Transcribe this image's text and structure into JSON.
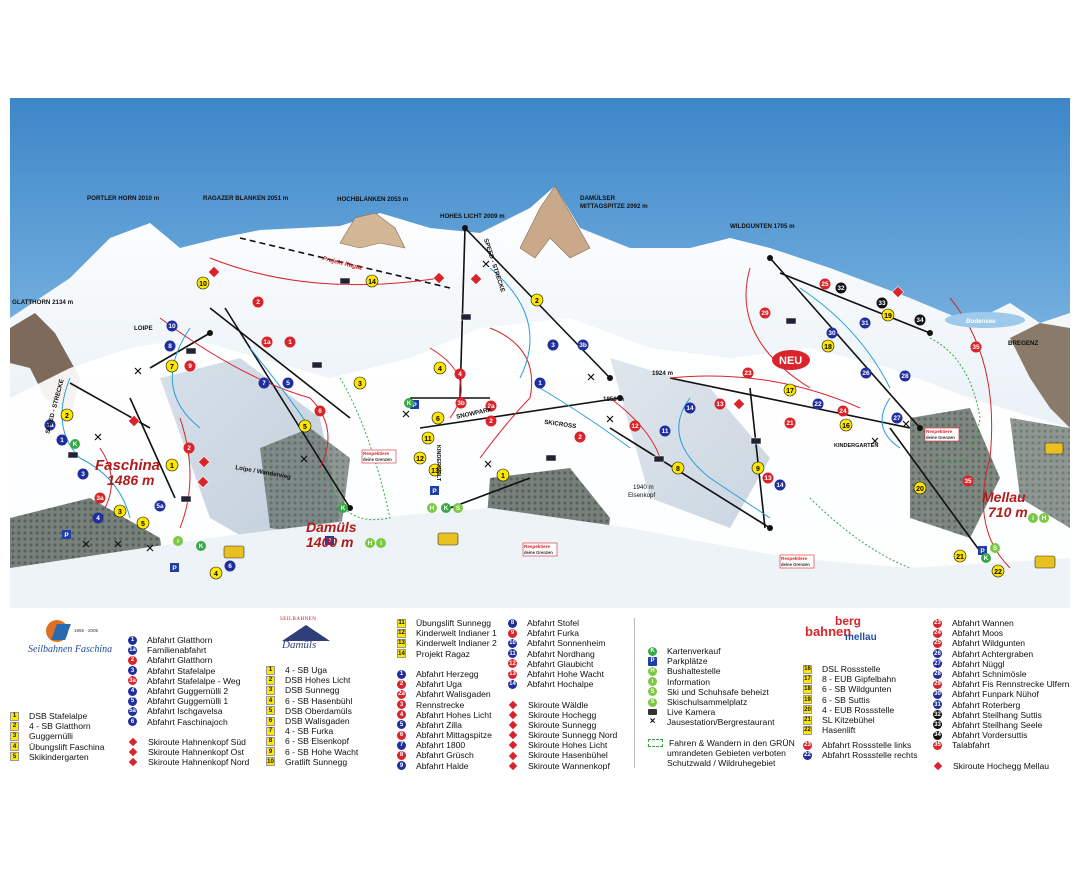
{
  "peaks": [
    {
      "id": "portler",
      "label": "PORTLER HORN 2010 m"
    },
    {
      "id": "ragazer",
      "label": "RAGAZER BLANKEN 2051 m"
    },
    {
      "id": "hochblanken",
      "label": "HOCHBLANKEN 2053 m"
    },
    {
      "id": "hohes-licht",
      "label": "HOHES LICHT 2009 m"
    },
    {
      "id": "damuelser-1",
      "label": "DAMÜLSER"
    },
    {
      "id": "damuelser-2",
      "label": "MITTAGSPITZE 2092 m"
    },
    {
      "id": "wildgunten",
      "label": "WILDGUNTEN 1705 m"
    },
    {
      "id": "glatthorn",
      "label": "GLATTHORN 2134 m"
    }
  ],
  "towns": [
    {
      "id": "faschina",
      "line1": "Faschina",
      "line2": "1486 m"
    },
    {
      "id": "damuels",
      "line1": "Damüls",
      "line2": "1400 m"
    },
    {
      "id": "mellau",
      "line1": "Mellau",
      "line2": "710 m"
    }
  ],
  "map_labels": {
    "neu": "NEU",
    "projekt": "Projekt Ragaz",
    "loipe": "LOIPE",
    "loipe2": "Loipe / Wanderweg",
    "snowpark": "SNOWPARK",
    "skicross": "SKICROSS",
    "speed": "SPEED - STRECKE",
    "speed2": "SPEED - STRECKE",
    "kinderwelt": "KINDERWELT",
    "kindergarten": "KINDERGARTEN",
    "alt1850": "1850 m",
    "alt1924": "1924 m",
    "alt1940": "1940 m",
    "elsenkopf": "Elsenkopf",
    "bodensee": "Bodensee",
    "bregenz": "BREGENZ",
    "respekt": "Respektiere",
    "respekt2": "deine Grenzen"
  },
  "brands": {
    "faschina": "Seilbahnen Faschina",
    "faschina_small": "1955 · 2005",
    "damuels_top": "SEILBAHNEN",
    "damuels": "Damüls",
    "mellau_1": "berg",
    "mellau_2": "bahnen",
    "mellau_3": "mellau"
  },
  "legend_faschina": {
    "runs": [
      {
        "m": "1",
        "c": "blue",
        "t": "Abfahrt Glatthorn"
      },
      {
        "m": "1a",
        "c": "blue",
        "t": "Familienabfahrt"
      },
      {
        "m": "2",
        "c": "red",
        "t": "Abfahrt Glatthorn"
      },
      {
        "m": "3",
        "c": "blue",
        "t": "Abfahrt Stafelalpe"
      },
      {
        "m": "3a",
        "c": "red",
        "t": "Abfahrt Stafelalpe - Weg"
      },
      {
        "m": "4",
        "c": "blue",
        "t": "Abfahrt Guggernülli 2"
      },
      {
        "m": "5",
        "c": "blue",
        "t": "Abfahrt Guggernülli 1"
      },
      {
        "m": "5a",
        "c": "blue",
        "t": "Abfahrt Ischgavelsa"
      },
      {
        "m": "6",
        "c": "blue",
        "t": "Abfahrt Faschinajoch"
      }
    ],
    "lifts": [
      {
        "m": "1",
        "t": "DSB Stafelalpe"
      },
      {
        "m": "2",
        "t": "4 - SB Glatthorn"
      },
      {
        "m": "3",
        "t": "Guggernülli"
      },
      {
        "m": "4",
        "t": "Übungslift Faschina"
      },
      {
        "m": "5",
        "t": "Skikindergarten"
      }
    ],
    "routes": [
      {
        "t": "Skiroute Hahnenkopf Süd"
      },
      {
        "t": "Skiroute Hahnenkopf Ost"
      },
      {
        "t": "Skiroute Hahnenkopf Nord"
      }
    ]
  },
  "legend_damuels_lifts": [
    {
      "m": "1",
      "t": "4 - SB Uga"
    },
    {
      "m": "2",
      "t": "DSB Hohes Licht"
    },
    {
      "m": "3",
      "t": "DSB Sunnegg"
    },
    {
      "m": "4",
      "t": "6 - SB Hasenbühl"
    },
    {
      "m": "5",
      "t": "DSB Oberdamüls"
    },
    {
      "m": "6",
      "t": "DSB Walisgaden"
    },
    {
      "m": "7",
      "t": "4 - SB Furka"
    },
    {
      "m": "8",
      "t": "6 - SB Elsenkopf"
    },
    {
      "m": "9",
      "t": "6 - SB Hohe Wacht"
    },
    {
      "m": "10",
      "t": "Gratlift Sunnegg"
    }
  ],
  "legend_damuels_lifts2": [
    {
      "m": "11",
      "t": "Übungslift Sunnegg"
    },
    {
      "m": "12",
      "t": "Kinderwelt Indianer 1"
    },
    {
      "m": "13",
      "t": "Kinderwelt Indianer 2"
    },
    {
      "m": "14",
      "t": "Projekt Ragaz"
    }
  ],
  "legend_damuels_runs": [
    {
      "m": "1",
      "c": "blue",
      "t": "Abfahrt Herzegg"
    },
    {
      "m": "2",
      "c": "red",
      "t": "Abfahrt Uga"
    },
    {
      "m": "2a",
      "c": "red",
      "t": "Abfahrt Walisgaden"
    },
    {
      "m": "3",
      "c": "red",
      "t": "Rennstrecke"
    },
    {
      "m": "4",
      "c": "red",
      "t": "Abfahrt Hohes Licht"
    },
    {
      "m": "5",
      "c": "blue",
      "t": "Abfahrt Zilla"
    },
    {
      "m": "6",
      "c": "red",
      "t": "Abfahrt Mittagspitze"
    },
    {
      "m": "7",
      "c": "blue",
      "t": "Abfahrt 1800"
    },
    {
      "m": "8",
      "c": "red",
      "t": "Abfahrt Grüsch"
    },
    {
      "m": "9",
      "c": "blue",
      "t": "Abfahrt Halde"
    }
  ],
  "legend_damuels_runs2": [
    {
      "m": "8",
      "c": "blue",
      "t": "Abfahrt Stofel"
    },
    {
      "m": "9",
      "c": "red",
      "t": "Abfahrt Furka"
    },
    {
      "m": "10",
      "c": "blue",
      "t": "Abfahrt Sonnenheim"
    },
    {
      "m": "11",
      "c": "blue",
      "t": "Abfahrt Nordhang"
    },
    {
      "m": "12",
      "c": "red",
      "t": "Abfahrt Glaubicht"
    },
    {
      "m": "13",
      "c": "red",
      "t": "Abfahrt Hohe Wacht"
    },
    {
      "m": "14",
      "c": "blue",
      "t": "Abfahrt Hochalpe"
    }
  ],
  "legend_damuels_routes": [
    {
      "t": "Skiroute Wäldle"
    },
    {
      "t": "Skiroute Hochegg"
    },
    {
      "t": "Skiroute Sunnegg"
    },
    {
      "t": "Skiroute Sunnegg Nord"
    },
    {
      "t": "Skiroute Hohes Licht"
    },
    {
      "t": "Skiroute Hasenbühel"
    },
    {
      "t": "Skiroute Wannenkopf"
    }
  ],
  "legend_info": [
    {
      "m": "K",
      "c": "green",
      "t": "Kartenverkauf"
    },
    {
      "m": "P",
      "c": "pk",
      "t": "Parkplätze"
    },
    {
      "m": "H",
      "c": "ltgreen",
      "t": "Bushaltestelle"
    },
    {
      "m": "i",
      "c": "ltgreen",
      "t": "Information"
    },
    {
      "m": "S",
      "c": "ltgreen",
      "t": "Ski und Schuhsafe beheizt"
    },
    {
      "m": "S",
      "c": "ltgreen",
      "t": "Skischulsammelplatz"
    },
    {
      "m": "cam",
      "c": "cam",
      "t": "Live Kamera"
    },
    {
      "m": "×",
      "c": "cross",
      "t": "Jausestation/Bergrestaurant"
    }
  ],
  "legend_note": [
    "Fahren & Wandern in den GRÜN",
    "umrandeten Gebieten verboten",
    "Schutzwald / Wildruhegebiet"
  ],
  "legend_mellau_lifts": [
    {
      "m": "16",
      "t": "DSL Rossstelle"
    },
    {
      "m": "17",
      "t": "8 - EUB Gipfelbahn"
    },
    {
      "m": "18",
      "t": "6 - SB Wildgunten"
    },
    {
      "m": "19",
      "t": "6 - SB Suttis"
    },
    {
      "m": "20",
      "t": "4 - EUB Rossstelle"
    },
    {
      "m": "21",
      "t": "SL Kitzebühel"
    },
    {
      "m": "22",
      "t": "Hasenlift"
    }
  ],
  "legend_mellau_bottom": [
    {
      "m": "23",
      "c": "red",
      "t": "Abfahrt Rossstelle links"
    },
    {
      "m": "22",
      "c": "blue",
      "t": "Abfahrt Rossstelle rechts"
    }
  ],
  "legend_mellau_runs": [
    {
      "m": "23",
      "c": "red",
      "t": "Abfahrt Wannen"
    },
    {
      "m": "24",
      "c": "red",
      "t": "Abfahrt Moos"
    },
    {
      "m": "25",
      "c": "red",
      "t": "Abfahrt Wildgunten"
    },
    {
      "m": "26",
      "c": "blue",
      "t": "Abfahrt Achtergraben"
    },
    {
      "m": "27",
      "c": "blue",
      "t": "Abfahrt Nüggl"
    },
    {
      "m": "28",
      "c": "blue",
      "t": "Abfahrt Schnimösle"
    },
    {
      "m": "29",
      "c": "red",
      "t": "Abfahrt Fis Rennstrecke Ulfern"
    },
    {
      "m": "30",
      "c": "blue",
      "t": "Abfahrt Funpark Nühof"
    },
    {
      "m": "31",
      "c": "blue",
      "t": "Abfahrt Roterberg"
    },
    {
      "m": "32",
      "c": "black",
      "t": "Abfahrt Steilhang Suttis"
    },
    {
      "m": "33",
      "c": "black",
      "t": "Abfahrt Steilhang Seele"
    },
    {
      "m": "34",
      "c": "black",
      "t": "Abfahrt Vordersuttis"
    },
    {
      "m": "35",
      "c": "red",
      "t": "Talabfahrt"
    }
  ],
  "legend_mellau_route": {
    "t": "Skiroute Hochegg Mellau"
  }
}
